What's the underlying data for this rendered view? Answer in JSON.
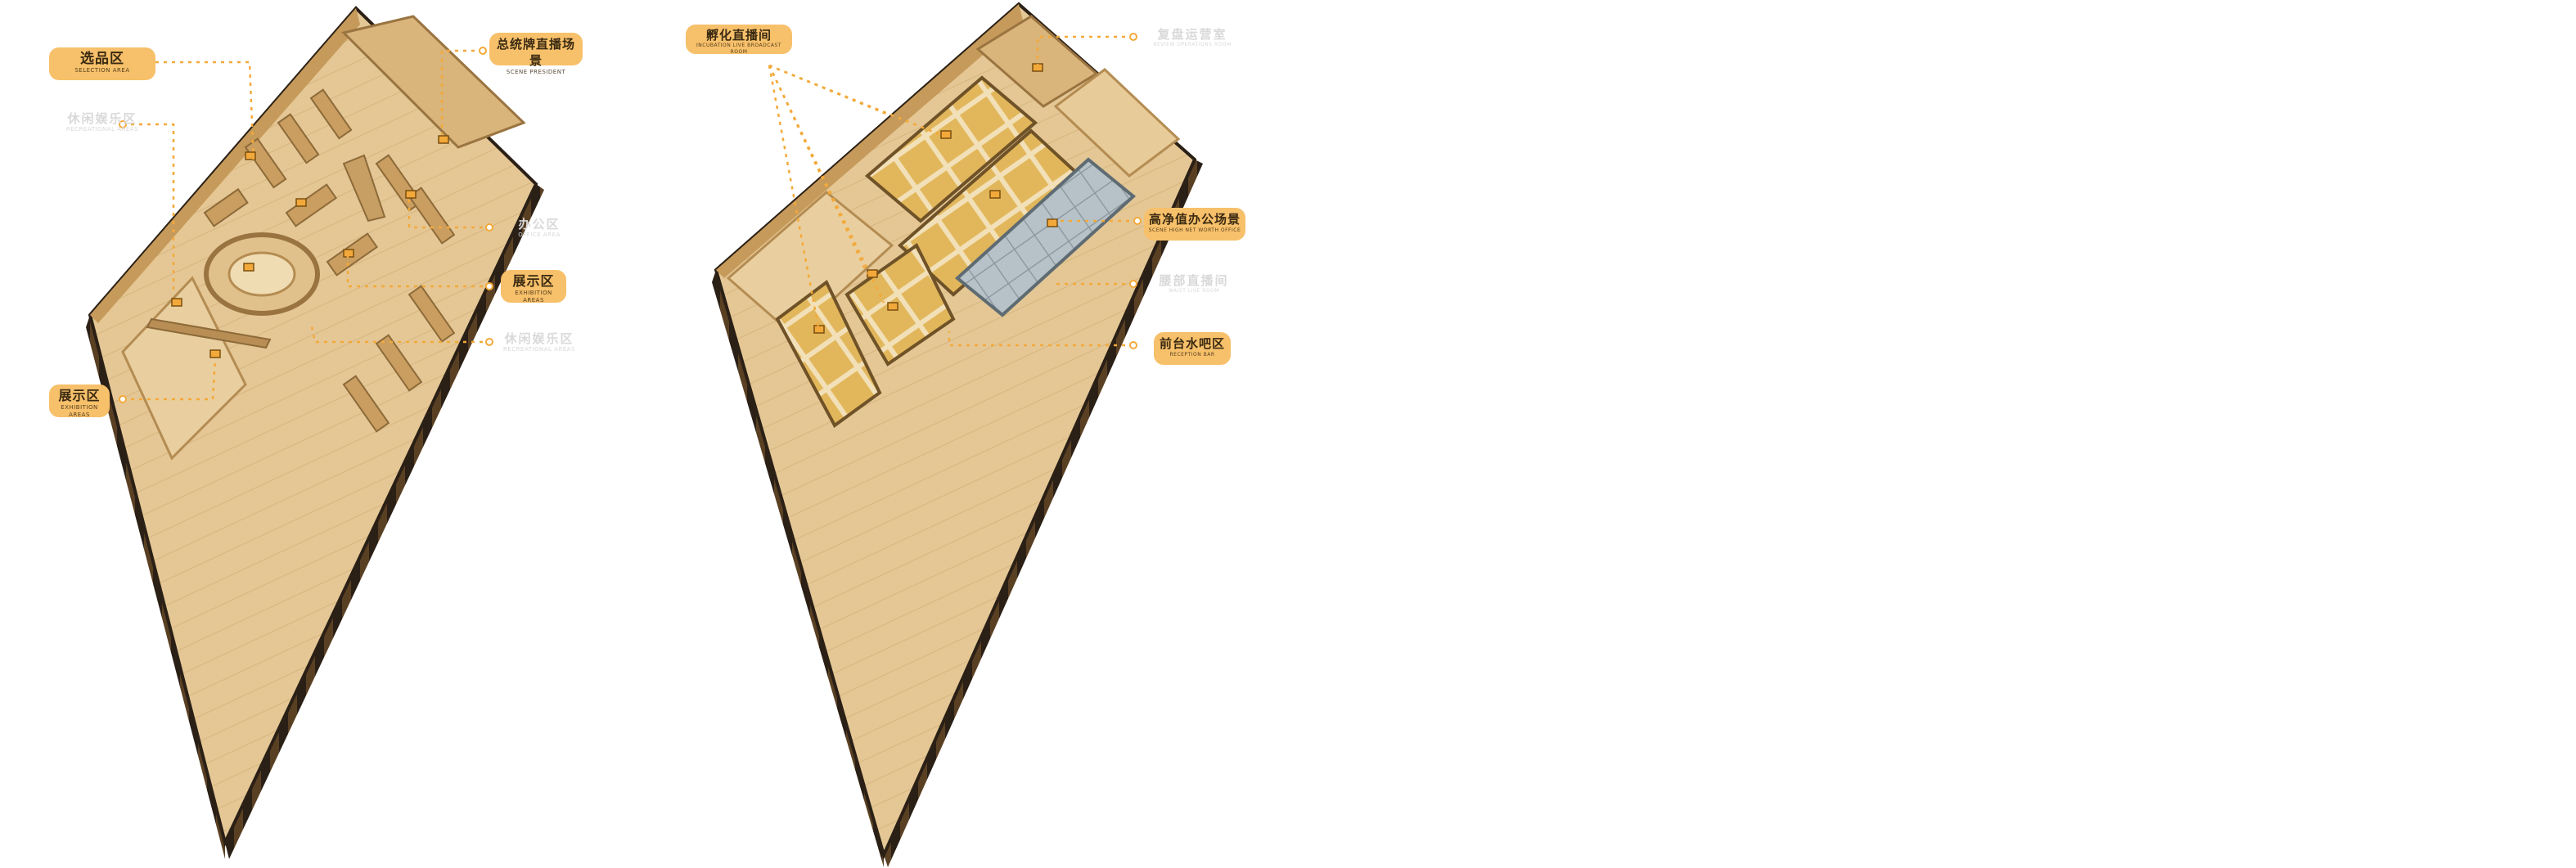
{
  "left_plan": {
    "labels": [
      {
        "id": "selection",
        "zh": "选品区",
        "en": "SELECTION AREA",
        "style": "highlight"
      },
      {
        "id": "recreation-top",
        "zh": "休闲娱乐区",
        "en": "RECREATIONAL AREAS",
        "style": "ghost"
      },
      {
        "id": "brand-live",
        "zh": "总统牌直播场景",
        "en": "SCENE PRESIDENT",
        "style": "highlight"
      },
      {
        "id": "office-ghost",
        "zh": "办公区",
        "en": "OFFICE AREA",
        "style": "ghost"
      },
      {
        "id": "exhibition-right",
        "zh": "展示区",
        "en": "EXHIBITION AREAS",
        "style": "highlight"
      },
      {
        "id": "recreation-bottom",
        "zh": "休闲娱乐区",
        "en": "RECREATIONAL AREAS",
        "style": "ghost"
      },
      {
        "id": "exhibition-left",
        "zh": "展示区",
        "en": "EXHIBITION AREAS",
        "style": "highlight"
      }
    ]
  },
  "right_plan": {
    "labels": [
      {
        "id": "incubation",
        "zh": "孵化直播间",
        "en": "INCUBATION LIVE BROADCAST ROOM",
        "style": "highlight"
      },
      {
        "id": "review",
        "zh": "复盘运营室",
        "en": "REVIEW OPERATIONS ROOM",
        "style": "ghost"
      },
      {
        "id": "hnw-office",
        "zh": "高净值办公场景",
        "en": "SCENE HIGH NET WORTH OFFICE",
        "style": "highlight"
      },
      {
        "id": "waist-live",
        "zh": "腰部直播间",
        "en": "WAIST LIVE ROOM",
        "style": "ghost"
      },
      {
        "id": "reception",
        "zh": "前台水吧区",
        "en": "RECEPTION BAR",
        "style": "highlight"
      }
    ]
  },
  "colors": {
    "label_fill": "#f7c06a",
    "leader_line": "#f3a93a",
    "ghost_text": "#d9d9d9",
    "wood_light": "#e6c998",
    "wood_mid": "#d2ad72",
    "wood_dark": "#9a7440",
    "room_yellow": "#e0b65c",
    "glass_room": "#b6c1c7",
    "outline": "#2b2016"
  }
}
